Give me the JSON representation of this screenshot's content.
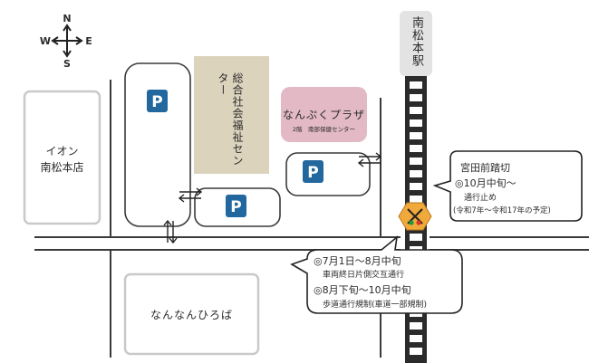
{
  "compass": {
    "n": "N",
    "s": "S",
    "e": "E",
    "w": "W"
  },
  "station": {
    "label": "南松本駅"
  },
  "places": {
    "aeon": {
      "line1": "イオン",
      "line2": "南松本店"
    },
    "sogo": {
      "label": "総合社会福祉センター"
    },
    "nanpuku": {
      "title": "なんぷくプラザ",
      "sub": "2階　南部保健センター"
    },
    "nannan": {
      "label": "なんなんひろば"
    }
  },
  "parking": {
    "symbol": "P",
    "color": "#22679e"
  },
  "crossing_callout": {
    "title": "宮田前踏切",
    "line1": "◎10月中旬～",
    "line2": "通行止め",
    "line3": "(令和7年～令和17年の予定)"
  },
  "roadwork_callout": {
    "line1": "◎7月1日～8月中旬",
    "line2": "車両終日片側交互通行",
    "line3": "◎8月下旬～10月中旬",
    "line4": "歩道通行規制(車道一部規制)"
  },
  "crossing_sign": {
    "icon": "railroad-crossing-icon",
    "color": "#f0a93a"
  },
  "colors": {
    "sogo_fill": "#dcd3bd",
    "nanpuku_fill": "#e2b9c4",
    "outline": "#c9c9c9",
    "station_fill": "#e3e3e3"
  }
}
